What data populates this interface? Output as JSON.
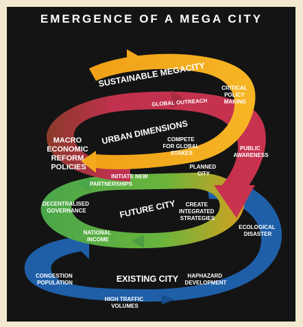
{
  "title": "EMERGENCE OF A MEGA CITY",
  "colors": {
    "blue": "#1f5fa8",
    "green": "#5aaa4a",
    "crimson": "#c0314e",
    "orange": "#f4a81c",
    "background": "#141414"
  },
  "levels": {
    "existing_city": "EXISTING CITY",
    "future_city": "FUTURE CITY",
    "urban_dimensions": "URBAN DIMENSIONS",
    "sustainable_megacity": "SUSTAINABLE MEGACITY"
  },
  "blue_ring": {
    "congestion": [
      "CONGESTION",
      "POPULATION"
    ],
    "traffic": [
      "HIGH TRAFFIC",
      "VOLUMES"
    ],
    "haphazard": [
      "HAPHAZARD",
      "DEVELOPMENT"
    ],
    "ecological": [
      "ECOLOGICAL",
      "DISASTER"
    ]
  },
  "green_ring": {
    "decentralised": [
      "DECENTRALISED",
      "GOVERNANCE"
    ],
    "national": [
      "NATIONAL",
      "INCOME"
    ],
    "integrated": [
      "CREATE",
      "INTEGRATED",
      "STRATEGIES"
    ],
    "planned": [
      "PLANNED",
      "CITY"
    ],
    "partnerships": [
      "INITIATE NEW",
      "PARTNERSHIPS"
    ]
  },
  "red_ring": {
    "macro": [
      "MACRO",
      "ECONOMIC",
      "REFORM",
      "POLICIES"
    ],
    "public": [
      "PUBLIC",
      "AWARENESS"
    ],
    "outreach": "GLOBAL OUTREACH"
  },
  "orange_ring": {
    "compete": [
      "COMPETE",
      "FOR GLOBAL",
      "STAKES"
    ],
    "critical": [
      "CRITICAL",
      "POLICY",
      "MAKING"
    ]
  }
}
